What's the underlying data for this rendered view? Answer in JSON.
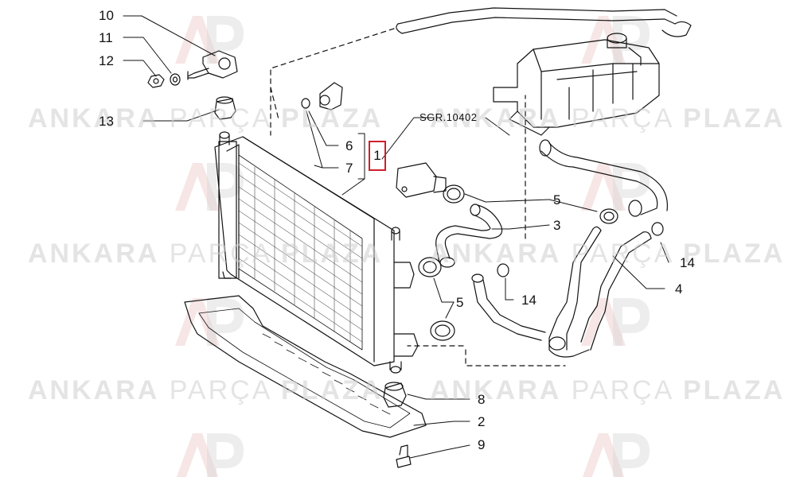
{
  "watermark": {
    "brand_bold_1": "ANKARA",
    "brand_light": "PARÇA",
    "brand_bold_2": "PLAZA",
    "logo_icon": "ap-logo-icon"
  },
  "reference_label": "SGR.10402",
  "highlight_color": "#d01e2a",
  "parts": {
    "p1": "1",
    "p2": "2",
    "p3": "3",
    "p4": "4",
    "p5a": "5",
    "p5b": "5",
    "p6": "6",
    "p7": "7",
    "p8": "8",
    "p9": "9",
    "p10": "10",
    "p11": "11",
    "p12": "12",
    "p13": "13",
    "p14a": "14",
    "p14b": "14"
  }
}
